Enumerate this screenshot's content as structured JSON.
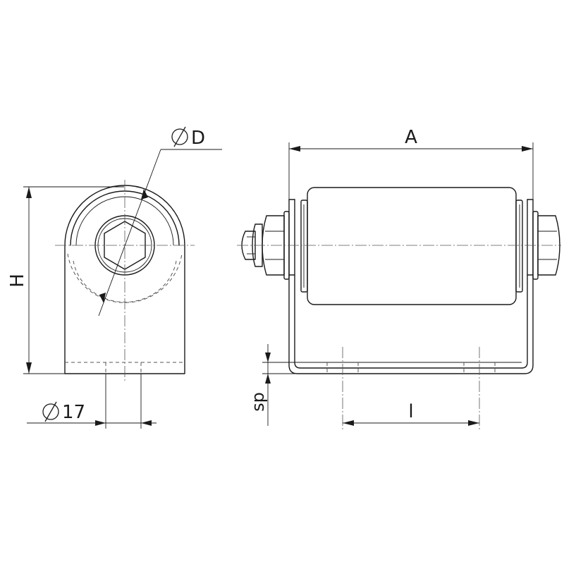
{
  "labels": {
    "diameter_d": "D",
    "length_a": "A",
    "height_h": "H",
    "diameter_17": "17",
    "thickness_sp": "sp",
    "spacing_l": "l"
  }
}
